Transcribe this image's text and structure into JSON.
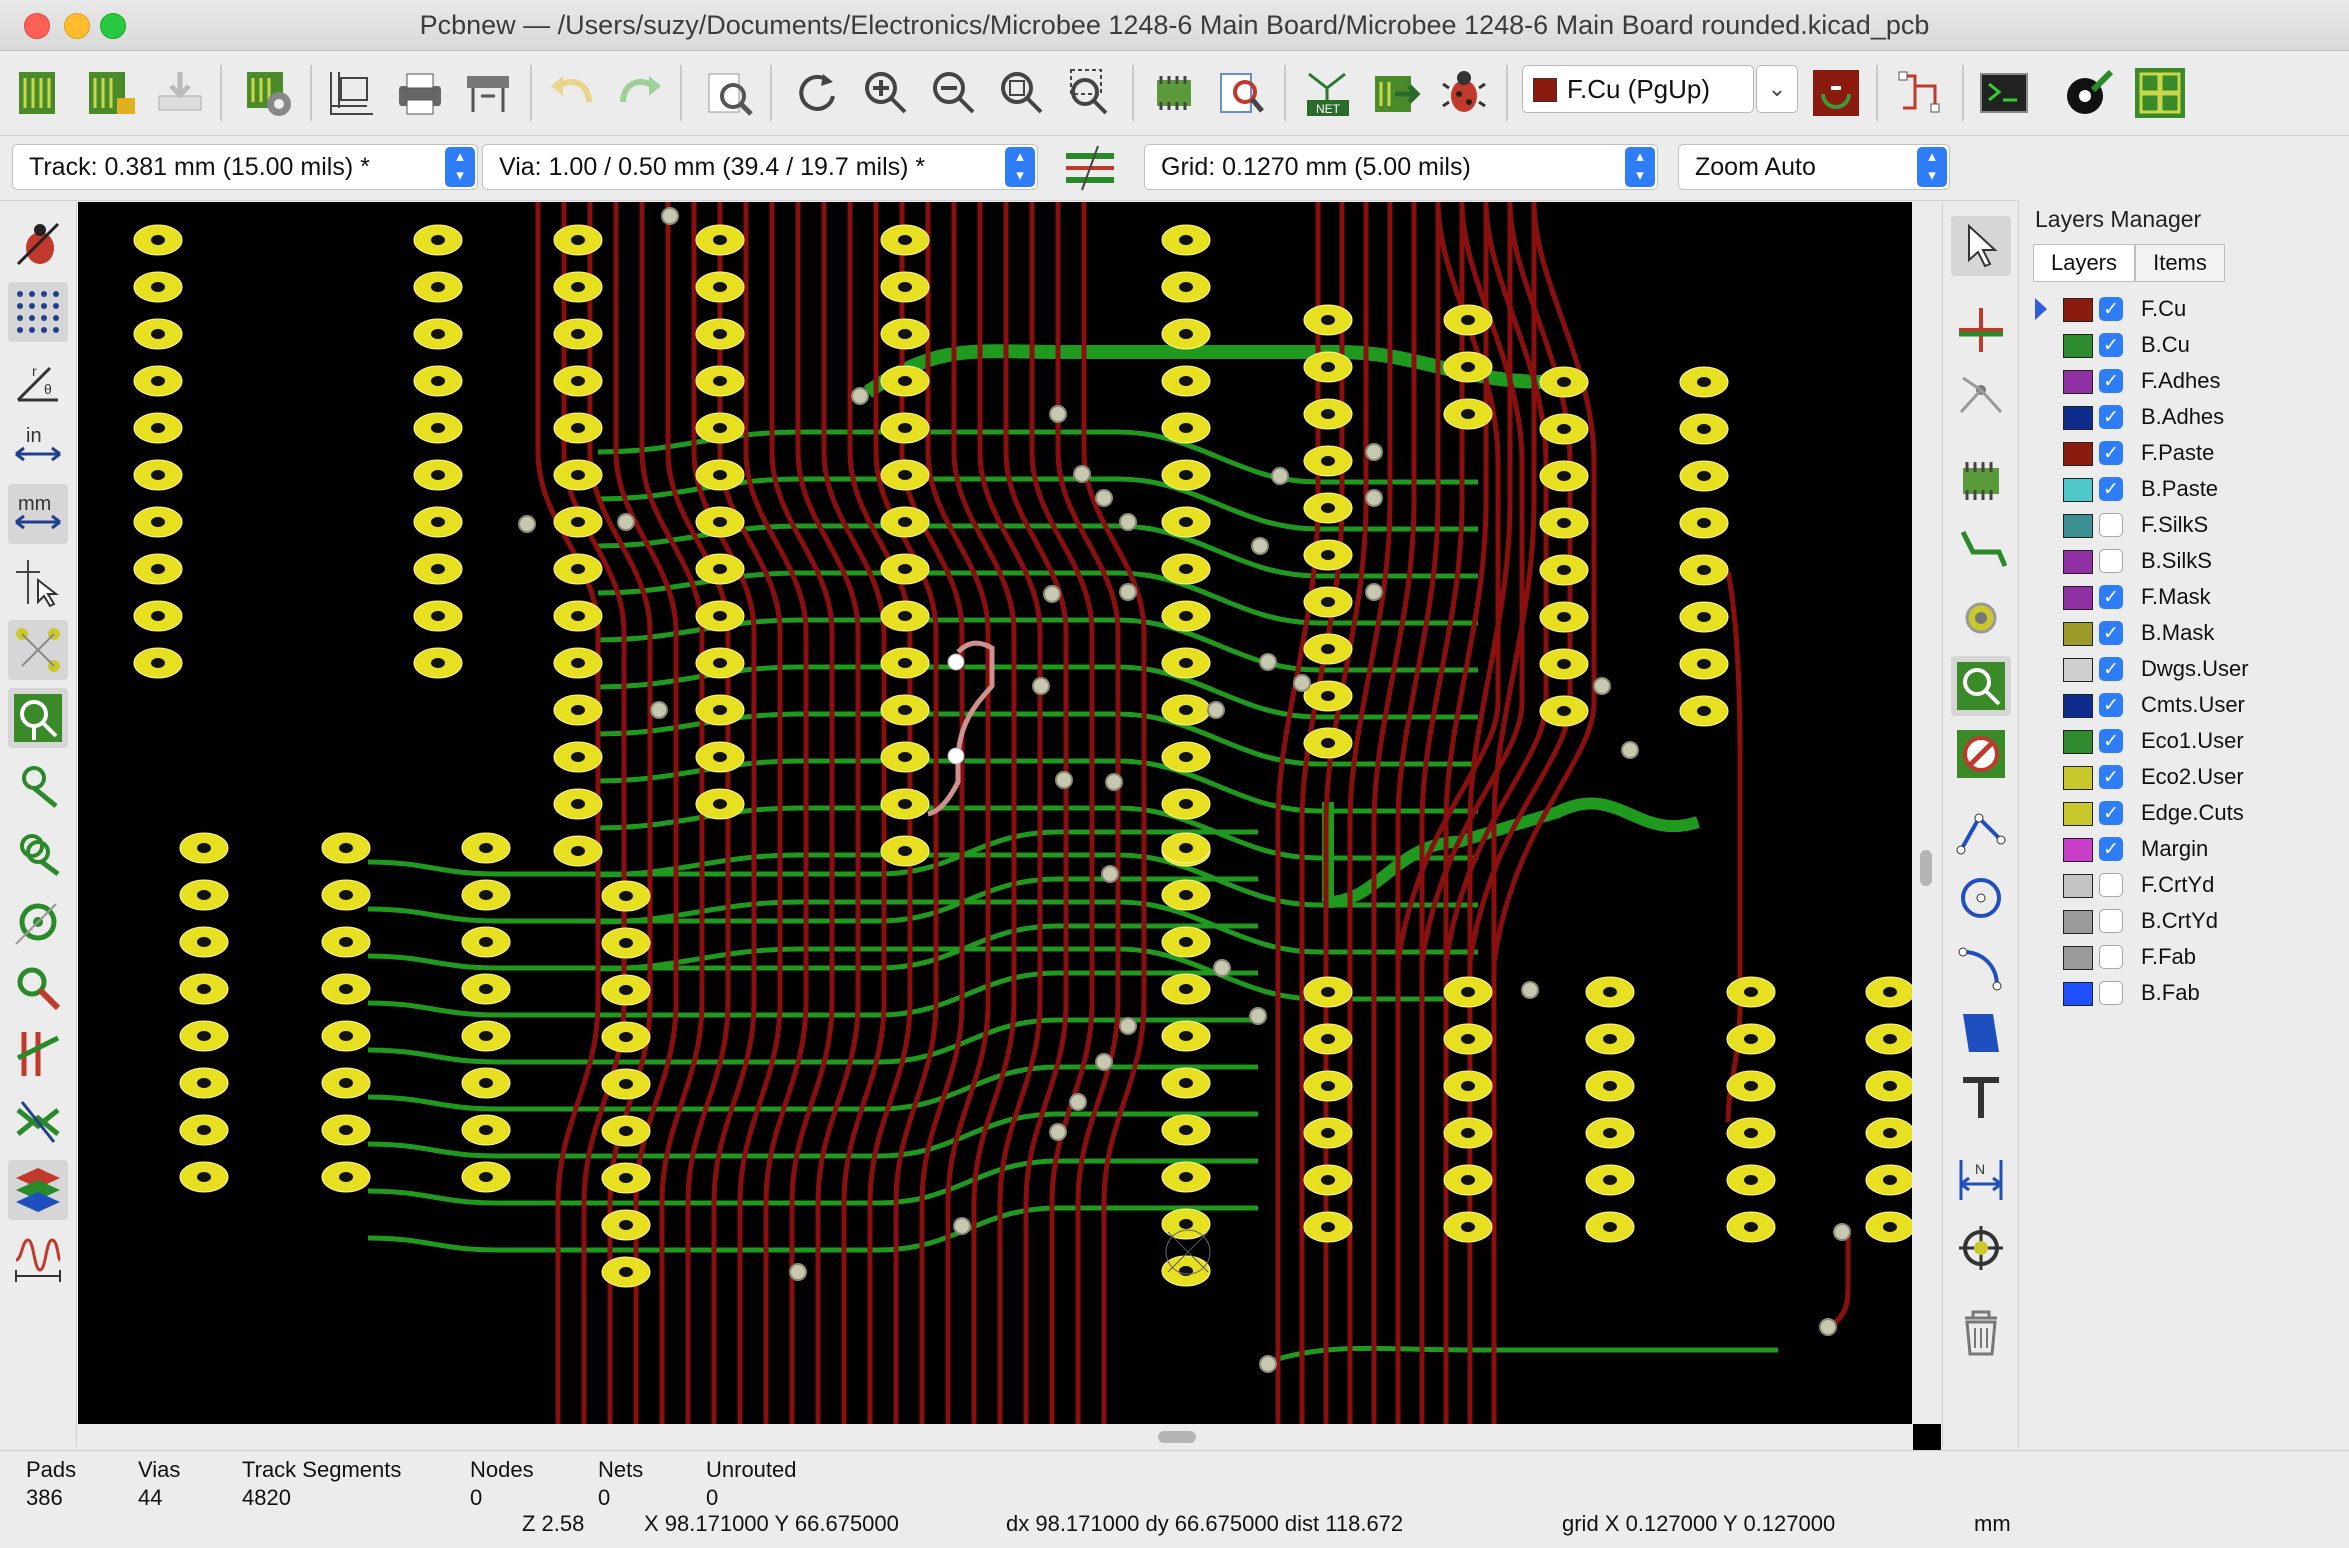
{
  "window": {
    "title": "Pcbnew — /Users/suzy/Documents/Electronics/Microbee 1248-6 Main Board/Microbee 1248-6 Main Board rounded.kicad_pcb"
  },
  "toolbar": {
    "active_layer": "F.Cu (PgUp)",
    "active_layer_color": "#8b1a0f",
    "icons": [
      "board-setup-icon",
      "page-settings-icon",
      "load-icon",
      "board-setup-gear-icon",
      "drawing-sheet-icon",
      "print-icon",
      "plot-icon",
      "undo-icon",
      "redo-icon",
      "find-icon",
      "redraw-icon",
      "zoom-in-icon",
      "zoom-out-icon",
      "zoom-fit-icon",
      "zoom-selection-icon",
      "footprint-editor-icon",
      "footprint-viewer-icon",
      "netlist-icon",
      "update-pcb-icon",
      "drc-icon",
      "layer-pair-icon",
      "autoplace-icon",
      "scripting-console-icon",
      "microwave-icon",
      "layer-manager-icon"
    ]
  },
  "options": {
    "track": "Track: 0.381 mm (15.00 mils) *",
    "via": "Via: 1.00 / 0.50 mm (39.4 / 19.7 mils) *",
    "grid": "Grid: 0.1270 mm (5.00 mils)",
    "zoom": "Zoom Auto"
  },
  "layers_manager": {
    "title": "Layers Manager",
    "tabs": [
      "Layers",
      "Items"
    ],
    "active_tab": "Layers",
    "layers": [
      {
        "name": "F.Cu",
        "color": "#8b1a0f",
        "visible": true,
        "active": true
      },
      {
        "name": "B.Cu",
        "color": "#2e8b2e",
        "visible": true
      },
      {
        "name": "F.Adhes",
        "color": "#8e2fa2",
        "visible": true
      },
      {
        "name": "B.Adhes",
        "color": "#0d2b8a",
        "visible": true
      },
      {
        "name": "F.Paste",
        "color": "#8b1a0f",
        "visible": true
      },
      {
        "name": "B.Paste",
        "color": "#4ec8c8",
        "visible": true
      },
      {
        "name": "F.SilkS",
        "color": "#3a8f91",
        "visible": false
      },
      {
        "name": "B.SilkS",
        "color": "#8e2fa2",
        "visible": false
      },
      {
        "name": "F.Mask",
        "color": "#8e2fa2",
        "visible": true
      },
      {
        "name": "B.Mask",
        "color": "#9b9b2a",
        "visible": true
      },
      {
        "name": "Dwgs.User",
        "color": "#cfcfcf",
        "visible": true
      },
      {
        "name": "Cmts.User",
        "color": "#0d2b8a",
        "visible": true
      },
      {
        "name": "Eco1.User",
        "color": "#2e8b2e",
        "visible": true
      },
      {
        "name": "Eco2.User",
        "color": "#c9c92e",
        "visible": true
      },
      {
        "name": "Edge.Cuts",
        "color": "#c9c92e",
        "visible": true
      },
      {
        "name": "Margin",
        "color": "#c93ec9",
        "visible": true
      },
      {
        "name": "F.CrtYd",
        "color": "#c4c4c4",
        "visible": false
      },
      {
        "name": "B.CrtYd",
        "color": "#9a9a9a",
        "visible": false
      },
      {
        "name": "F.Fab",
        "color": "#9a9a9a",
        "visible": false
      },
      {
        "name": "B.Fab",
        "color": "#1f4fff",
        "visible": false
      }
    ]
  },
  "status": {
    "pads_label": "Pads",
    "pads": "386",
    "vias_label": "Vias",
    "vias": "44",
    "tracks_label": "Track Segments",
    "tracks": "4820",
    "nodes_label": "Nodes",
    "nodes": "0",
    "nets_label": "Nets",
    "nets": "0",
    "unrouted_label": "Unrouted",
    "unrouted": "0",
    "zoom": "Z 2.58",
    "xy": "X 98.171000  Y 66.675000",
    "dxy": "dx 98.171000  dy 66.675000  dist 118.672",
    "grid": "grid X 0.127000  Y 0.127000",
    "units": "mm"
  }
}
